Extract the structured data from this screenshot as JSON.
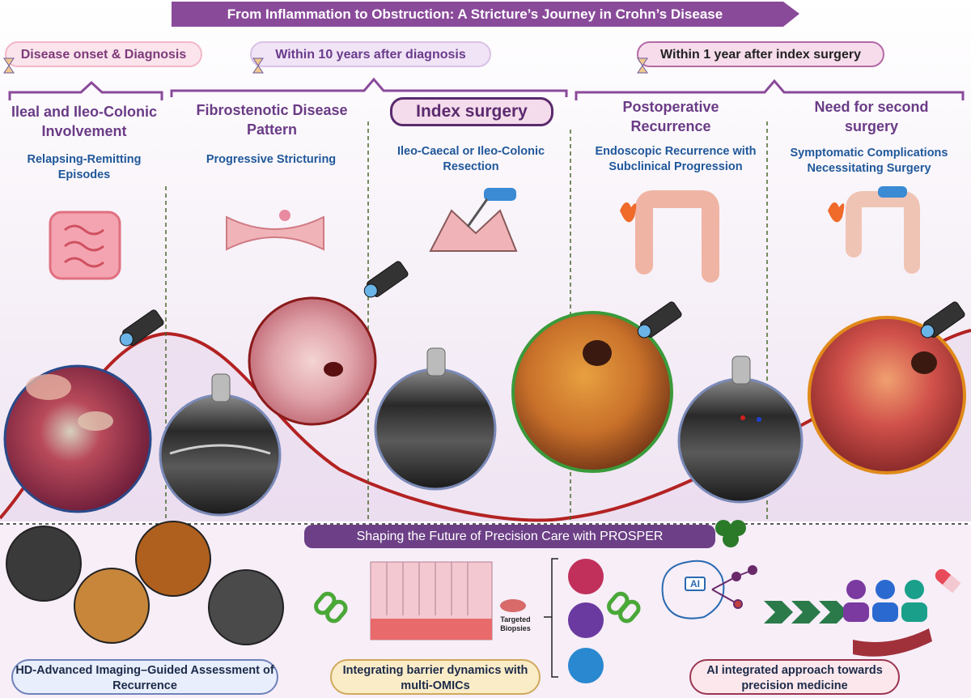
{
  "title": "From Inflammation to Obstruction: A Stricture’s Journey in Crohn’s Disease",
  "periods": {
    "onset": "Disease onset & Diagnosis",
    "ten_years": "Within 10 years after diagnosis",
    "one_year": "Within 1 year after index surgery"
  },
  "columns": [
    {
      "title": "Ileal and Ileo-Colonic Involvement",
      "subtitle": "Relapsing-Remitting Episodes"
    },
    {
      "title": "Fibrostenotic Disease Pattern",
      "subtitle": "Progressive Stricturing"
    },
    {
      "title": "Index surgery",
      "subtitle": "Ileo-Caecal or Ileo-Colonic Resection"
    },
    {
      "title": "Postoperative Recurrence",
      "subtitle": "Endoscopic Recurrence with Subclinical Progression"
    },
    {
      "title": "Need for second surgery",
      "subtitle": "Symptomatic Complications Necessitating Surgery"
    }
  ],
  "bottom": {
    "banner": "Shaping the Future of Precision Care with PROSPER",
    "biopsy_label": "Targeted Biopsies",
    "ai_chip": "AI",
    "boxes": {
      "imaging": "HD-Advanced Imaging–Guided Assessment of Recurrence",
      "barrier": "Integrating barrier dynamics with multi-OMICs",
      "ai": "AI integrated approach towards precision medicine"
    }
  },
  "colors": {
    "title_banner": "#8a4a9a",
    "accent_purple": "#6a3b86",
    "subtitle_blue": "#20589a",
    "curve": "#b32222",
    "bottom_banner": "#6c3f86"
  }
}
